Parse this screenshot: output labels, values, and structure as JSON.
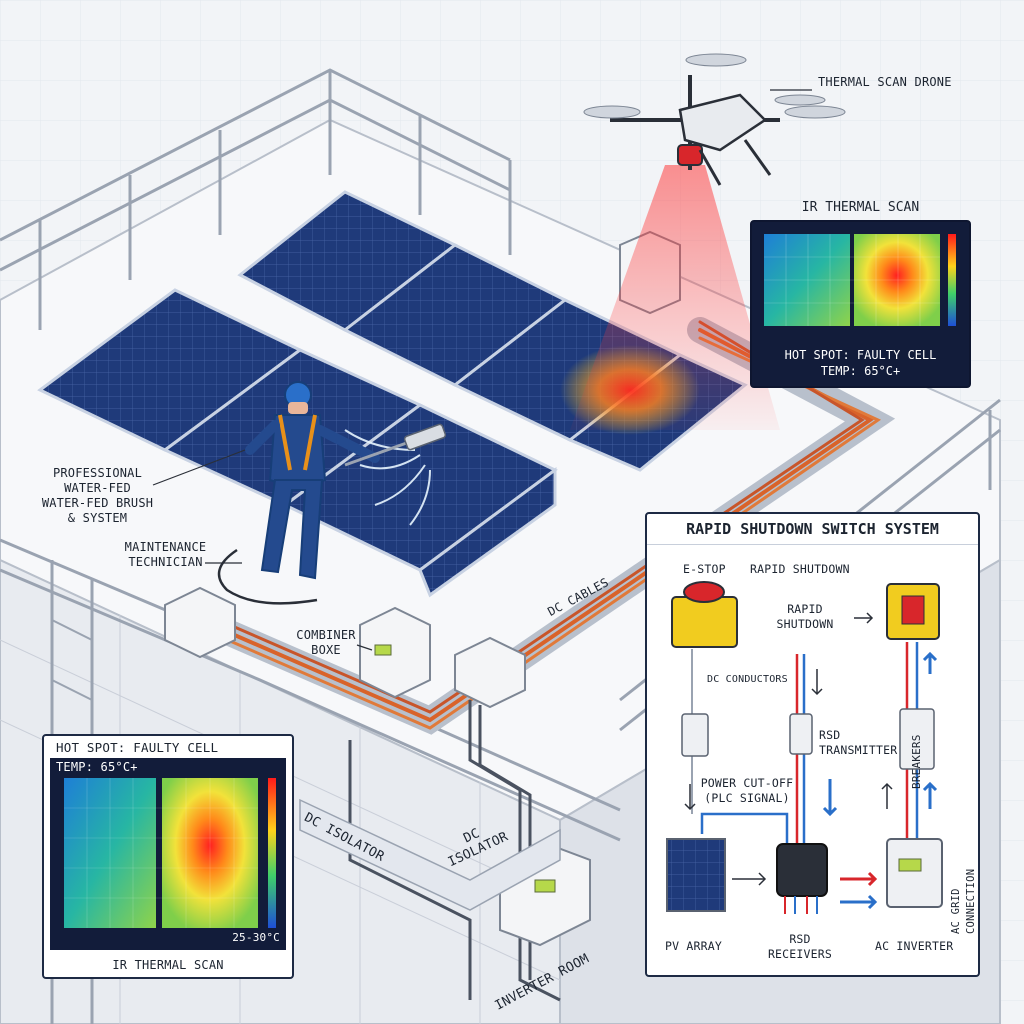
{
  "labels": {
    "drone": "THERMAL SCAN DRONE",
    "brush": "PROFESSIONAL WATER-FED WATER-FED BRUSH & SYSTEM",
    "brush_lines": [
      "PROFESSIONAL",
      "WATER-FED",
      "WATER-FED BRUSH",
      "& SYSTEM"
    ],
    "technician_lines": [
      "MAINTENANCE",
      "TECHNICIAN"
    ],
    "combiner_lines": [
      "COMBINER",
      "BOXE"
    ],
    "dc_cables": "DC CABLES",
    "dc_isolator_1": "DC ISOLATOR",
    "dc_isolator_2_lines": [
      "DC",
      "ISOLATOR"
    ],
    "inverter_room": "INVERTER ROOM"
  },
  "thermal_top": {
    "title": "IR THERMAL SCAN",
    "caption1": "HOT SPOT: FAULTY CELL",
    "caption2": "TEMP: 65°C+"
  },
  "thermal_bottom": {
    "title": "HOT SPOT: FAULTY CELL",
    "temp": "TEMP: 65°C+",
    "range": "25-30°C",
    "footer": "IR THERMAL SCAN"
  },
  "rsd": {
    "title": "RAPID SHUTDOWN SWITCH SYSTEM",
    "estop": "E-STOP",
    "rapid_shutdown_top": "RAPID SHUTDOWN",
    "rapid_shutdown_lines": [
      "RAPID",
      "SHUTDOWN"
    ],
    "dc_conductors": "DC CONDUCTORS",
    "rsd_transmitter_lines": [
      "RSD",
      "TRANSMITTER"
    ],
    "power_cutoff_lines": [
      "POWER CUT-OFF",
      "(PLC SIGNAL)"
    ],
    "breakers": "BREAKERS",
    "ac_grid": "AC GRID CONNECTION",
    "pv_array": "PV ARRAY",
    "rsd_receivers_lines": [
      "RSD",
      "RECEIVERS"
    ],
    "ac_inverter": "AC INVERTER"
  },
  "colors": {
    "panel_blue": "#1f3a7a",
    "cable_orange": "#d9632a",
    "accent_red": "#d8262b",
    "accent_blue": "#2a6fc9",
    "navy": "#121c3a"
  }
}
